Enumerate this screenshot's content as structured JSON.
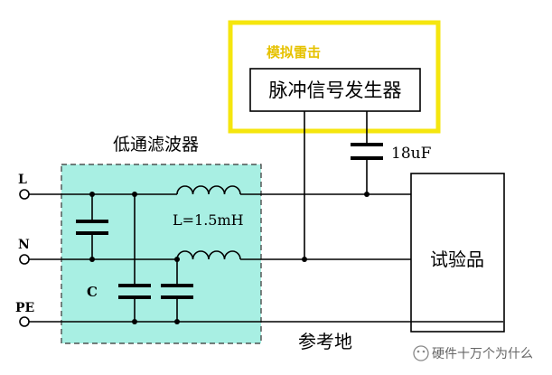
{
  "labels": {
    "surge_box_title": "模拟雷击",
    "pulse_generator": "脉冲信号发生器",
    "filter_title": "低通滤波器",
    "coupling_cap": "18uF",
    "inductance": "L=1.5mH",
    "cap_label": "C",
    "terminal_l": "L",
    "terminal_n": "N",
    "terminal_pe": "PE",
    "dut": "试验品",
    "reference_ground": "参考地",
    "watermark": "硬件十万个为什么"
  },
  "colors": {
    "filter_fill": "#a8efe3",
    "surge_box_border": "#f5e60e",
    "surge_box_title": "#e6c200",
    "line": "#000000"
  }
}
